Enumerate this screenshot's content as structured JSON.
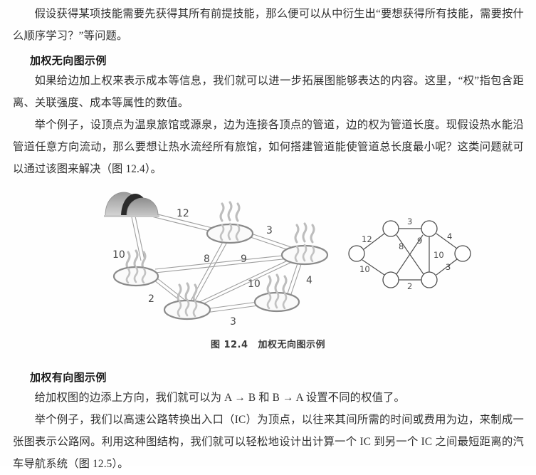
{
  "document": {
    "body_paragraphs": [
      {
        "id": "p1",
        "text": "假设获得某项技能需要先获得其所有前提技能，那么便可以从中衍生出“要想获得所有技能，需要按什么顺序学习？”等问题。"
      },
      {
        "id": "p2",
        "text": "如果给边加上权来表示成本等信息，我们就可以进一步拓展图能够表达的内容。这里，“权”指包含距离、关联强度、成本等属性的数值。"
      },
      {
        "id": "p3",
        "text": "举个例子，设顶点为温泉旅馆或源泉，边为连接各顶点的管道，边的权为管道长度。现假设热水能沿管道任意方向流动，那么要想让热水流经所有旅馆，如何搭建管道能使管道总长度最小呢？这类问题就可以通过该图来解决（图 12.4）。"
      },
      {
        "id": "p4",
        "text": "给加权图的边添上方向，我们就可以为 A → B 和 B → A 设置不同的权值了。"
      },
      {
        "id": "p5",
        "text": "举个例子，我们以高速公路转换出入口（IC）为顶点，以往来其间所需的时间或费用为边，来制成一张图表示公路网。利用这种图结构，我们就可以轻松地设计出计算一个 IC 到另一个 IC 之间最短距离的汽车导航系统（图 12.5）。"
      }
    ],
    "headings": [
      {
        "id": "h1",
        "text": "加权无向图示例"
      },
      {
        "id": "h2",
        "text": "加权有向图示例"
      }
    ],
    "figure": {
      "caption_number": "图 12.4",
      "caption_title": "加权无向图示例",
      "illustration": {
        "source_node": {
          "name": "spring-source",
          "label": ""
        },
        "inn_nodes_count": 5,
        "edge_weights": [
          "12",
          "10",
          "8",
          "3",
          "9",
          "2",
          "10",
          "4",
          "3"
        ]
      },
      "abstract_graph": {
        "node_count": 6,
        "edges": [
          {
            "from": "v0",
            "to": "v1",
            "weight": "12"
          },
          {
            "from": "v0",
            "to": "v3",
            "weight": "10"
          },
          {
            "from": "v1",
            "to": "v2",
            "weight": "3"
          },
          {
            "from": "v1",
            "to": "v4",
            "weight": "8"
          },
          {
            "from": "v2",
            "to": "v3",
            "weight": "9"
          },
          {
            "from": "v2",
            "to": "v4",
            "weight": "10"
          },
          {
            "from": "v2",
            "to": "v5",
            "weight": "4"
          },
          {
            "from": "v3",
            "to": "v4",
            "weight": "2"
          },
          {
            "from": "v4",
            "to": "v5",
            "weight": "3"
          }
        ],
        "weight_labels": {
          "w12": "12",
          "w3_top": "3",
          "w8": "8",
          "w9": "9",
          "w4": "4",
          "w10_mid": "10",
          "w10_left": "10",
          "w2": "2",
          "w3_right": "3"
        }
      }
    }
  },
  "colors": {
    "page_background": "#fefefe",
    "text": "#303030",
    "heading": "#1a1a1a",
    "graph_stroke": "#555555",
    "node_outline": "#808080",
    "steam": "#b5b5b5",
    "source_dark": "#2a2a2a",
    "source_light": "#aaaaaa"
  }
}
